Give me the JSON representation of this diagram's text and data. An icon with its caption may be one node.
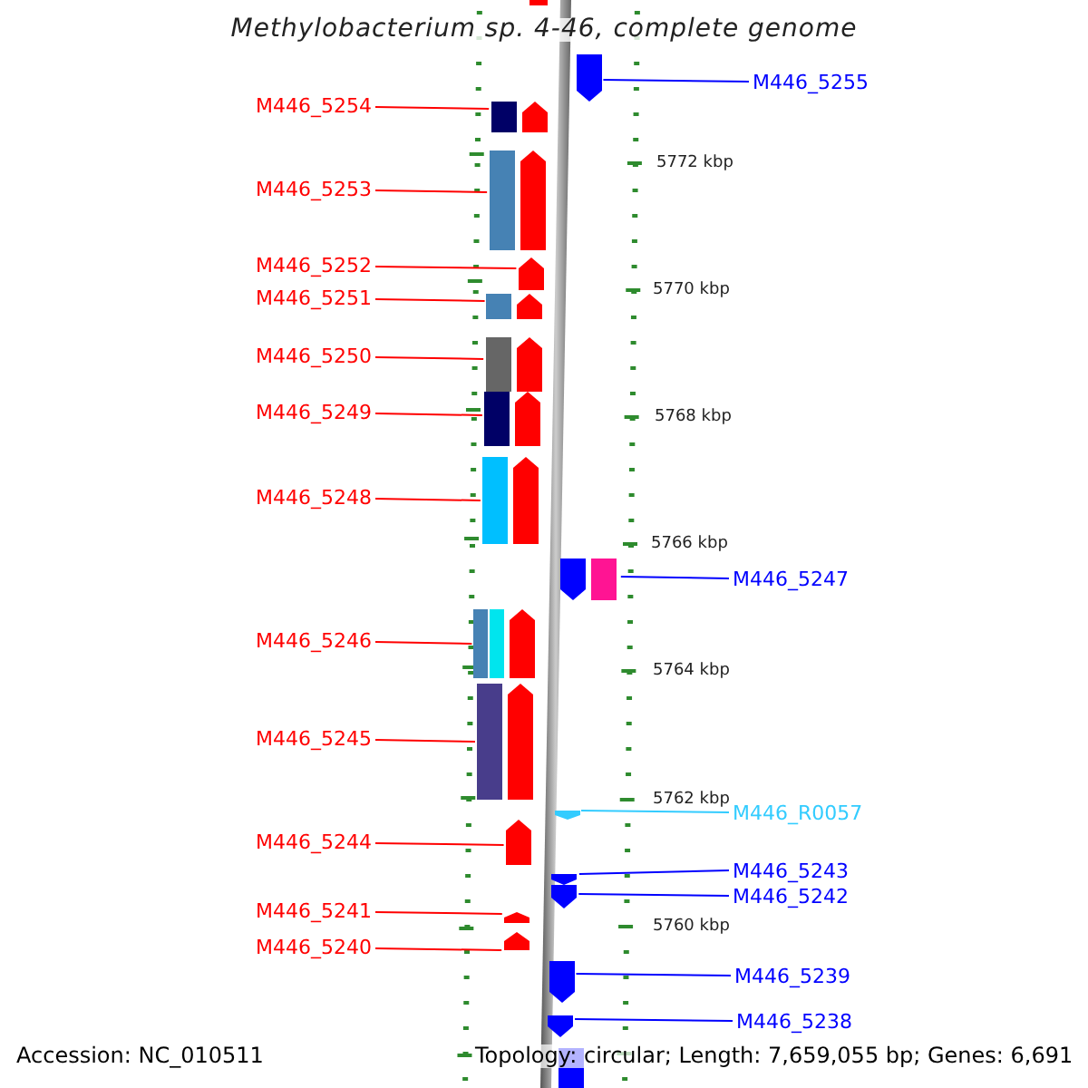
{
  "diagram": {
    "title": "Methylobacterium sp. 4-46, complete genome",
    "nodes": [
      {
        "text": [
          "M446_5254"
        ]
      },
      {
        "text": [
          "M446_5253"
        ]
      },
      {
        "text": [
          "M446_5252"
        ]
      },
      {
        "text": [
          "M446_5251"
        ]
      },
      {
        "text": [
          "M446_5250"
        ]
      },
      {
        "text": [
          "M446_5249"
        ]
      },
      {
        "text": [
          "M446_5248"
        ]
      },
      {
        "text": [
          "M446_5246"
        ]
      },
      {
        "text": [
          "M446_5245"
        ]
      },
      {
        "text": [
          "M446_5244"
        ]
      },
      {
        "text": [
          "M446_5241"
        ]
      },
      {
        "text": [
          "M446_5240"
        ]
      },
      {
        "text": [
          "M446_5255"
        ]
      },
      {
        "text": [
          "M446_5247"
        ]
      },
      {
        "text": [
          "M446_R0057"
        ]
      },
      {
        "text": [
          "M446_5243"
        ]
      },
      {
        "text": [
          "M446_5242"
        ]
      },
      {
        "text": [
          "M446_5239"
        ]
      },
      {
        "text": [
          "M446_5238"
        ]
      },
      {
        "text": [],
        "shape": "arrow"
      },
      {
        "text": [],
        "shape": "arrow"
      },
      {
        "text": [],
        "shape": "arrow"
      },
      {
        "text": [],
        "shape": "arrow"
      },
      {
        "text": [],
        "shape": "arrow"
      },
      {
        "text": [],
        "shape": "arrow"
      },
      {
        "text": [],
        "shape": "arrow"
      },
      {
        "text": [],
        "shape": "arrow"
      },
      {
        "text": [],
        "shape": "arrow"
      },
      {
        "text": [],
        "shape": "arrow"
      },
      {
        "text": [],
        "shape": "arrow"
      },
      {
        "text": [],
        "shape": "arrow"
      },
      {
        "text": [],
        "shape": "arrow"
      },
      {
        "text": [],
        "shape": "arrow"
      },
      {
        "text": [],
        "shape": "arrow"
      },
      {
        "text": [],
        "shape": "arrow"
      },
      {
        "text": [],
        "shape": "arrow"
      },
      {
        "text": [],
        "shape": "arrow"
      },
      {
        "text": [],
        "shape": "arrow"
      }
    ],
    "edges": [
      {
        "from": 0,
        "to": 19,
        "arrow": "none"
      },
      {
        "from": 1,
        "to": 20,
        "arrow": "none"
      },
      {
        "from": 2,
        "to": 21,
        "arrow": "none"
      },
      {
        "from": 3,
        "to": 22,
        "arrow": "none"
      },
      {
        "from": 4,
        "to": 23,
        "arrow": "none"
      },
      {
        "from": 5,
        "to": 24,
        "arrow": "none"
      },
      {
        "from": 6,
        "to": 25,
        "arrow": "none"
      },
      {
        "from": 7,
        "to": 26,
        "arrow": "none"
      },
      {
        "from": 8,
        "to": 27,
        "arrow": "none"
      },
      {
        "from": 9,
        "to": 28,
        "arrow": "none"
      },
      {
        "from": 10,
        "to": 29,
        "arrow": "none"
      },
      {
        "from": 11,
        "to": 30,
        "arrow": "none"
      },
      {
        "from": 12,
        "to": 31,
        "arrow": "none",
        "color": "#0000ff"
      },
      {
        "from": 13,
        "to": 32,
        "arrow": "none",
        "color": "#0000ff"
      },
      {
        "from": 14,
        "to": 33,
        "arrow": "none",
        "color": "#33ccff"
      },
      {
        "from": 15,
        "to": 34,
        "arrow": "none",
        "color": "#0000ff"
      },
      {
        "from": 16,
        "to": 35,
        "arrow": "none",
        "color": "#0000ff"
      },
      {
        "from": 17,
        "to": 36,
        "arrow": "none",
        "color": "#0000ff"
      },
      {
        "from": 18,
        "to": 37,
        "arrow": "none",
        "color": "#0000ff"
      }
    ],
    "labels": [
      "5772 kbp",
      "5770 kbp",
      "5768 kbp",
      "5766 kbp",
      "5764 kbp",
      "5762 kbp",
      "5760 kbp",
      "Accession: NC_010511",
      "Topology: circular; Length: 7,659,055 bp; Genes: 6,691"
    ]
  }
}
